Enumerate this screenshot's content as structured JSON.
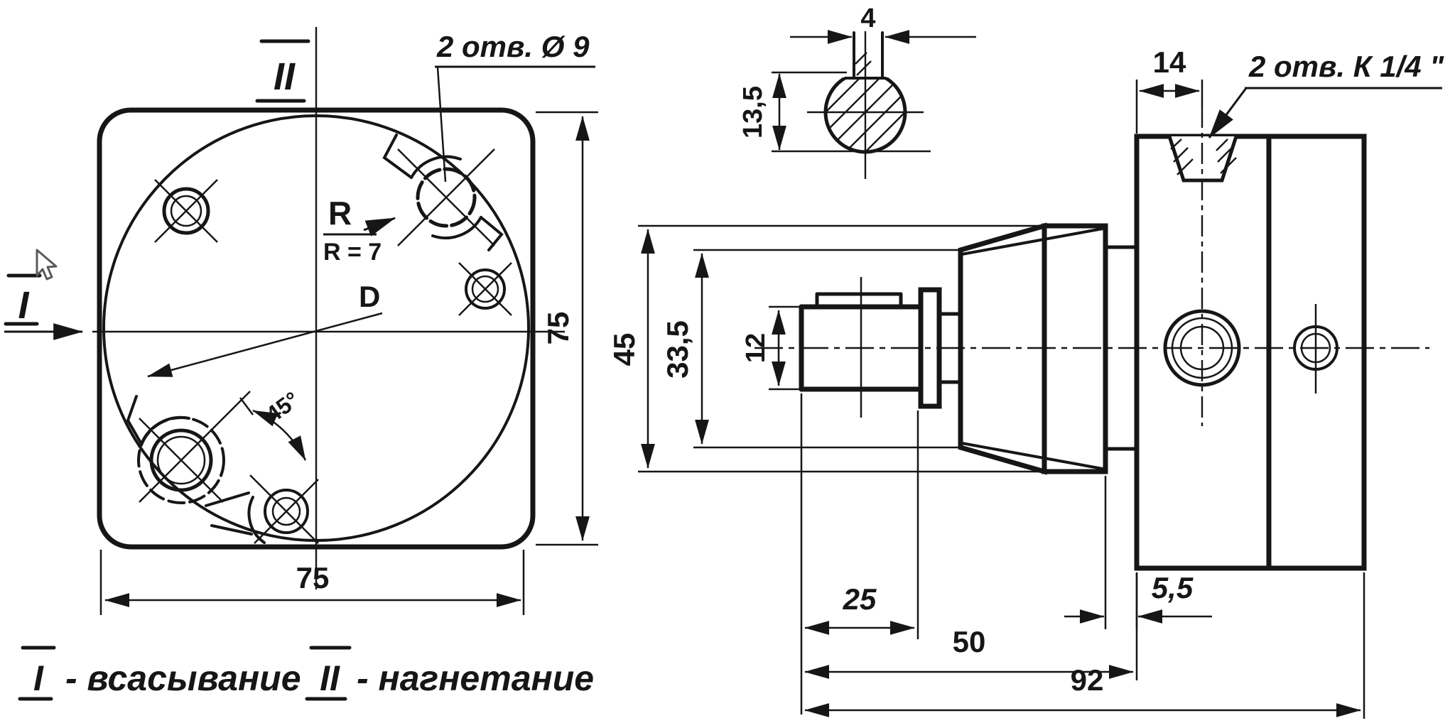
{
  "colors": {
    "line": "#161616",
    "background": "#ffffff"
  },
  "drawing": {
    "front_view": {
      "section_label_top": "II",
      "section_label_left": "I",
      "holes_note": "2 отв. Ø 9",
      "radius_symbol": "R",
      "radius_value": "R = 7",
      "diameter_label": "D",
      "angle_label": "45°",
      "dim_width": "75",
      "dim_height": "75"
    },
    "shaft_section": {
      "dim_key_width": "4",
      "dim_flat_height": "13,5"
    },
    "side_view": {
      "dim_flange_offset": "14",
      "ports_note": "2 отв. К 1/4 \"",
      "dim_body_diameter": "45",
      "dim_cone_diameter": "33,5",
      "dim_shaft_diameter": "12",
      "dim_shaft_length": "25",
      "dim_to_flange": "50",
      "dim_total_length": "92",
      "dim_gap": "5,5"
    },
    "legend": {
      "item1_symbol": "I",
      "item1_text": "- всасывание",
      "item2_symbol": "II",
      "item2_text": "- нагнетание"
    }
  }
}
